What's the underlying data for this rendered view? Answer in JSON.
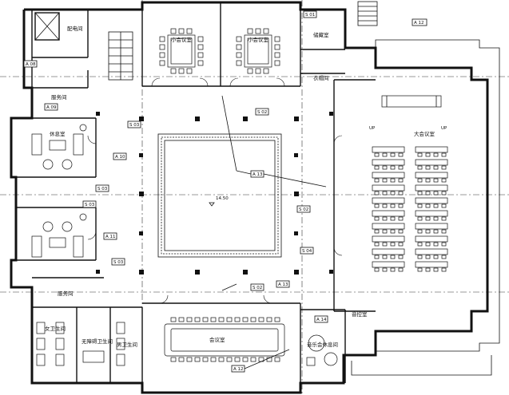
{
  "plan": {
    "rooms": {
      "distribution": "配电间",
      "service_top": "服务间",
      "lounge": "休息室",
      "small_meeting_1": "小会议室",
      "small_meeting_2": "小会议室",
      "storage": "储藏室",
      "coat_room": "衣帽间",
      "large_meeting": "大会议室",
      "service_bottom": "服务间",
      "women_wc": "女卫生间",
      "accessible_wc": "无障碍卫生间",
      "men_wc": "男卫生间",
      "meeting_room": "会议室",
      "control_room": "音控室",
      "multi_function": "音乐会休息间"
    },
    "level": "14.50",
    "up_left": "UP",
    "up_right": "UP",
    "tags": {
      "a12_top": "A 12",
      "a08": "A 08",
      "a09": "A 09",
      "s03_top": "S 03",
      "s02_top": "S 02",
      "a10": "A 10",
      "s03_mid": "S 03",
      "a13_mid": "A 13",
      "s02_right": "S 02",
      "s03_left": "S 03",
      "a11": "A 11",
      "s03_low": "S 03",
      "s04": "S 04",
      "s02_bottom": "S 02",
      "a13_bottom": "A 13",
      "a14": "A 14",
      "a12_bottom": "A 12",
      "s01_top": "S 01"
    }
  }
}
